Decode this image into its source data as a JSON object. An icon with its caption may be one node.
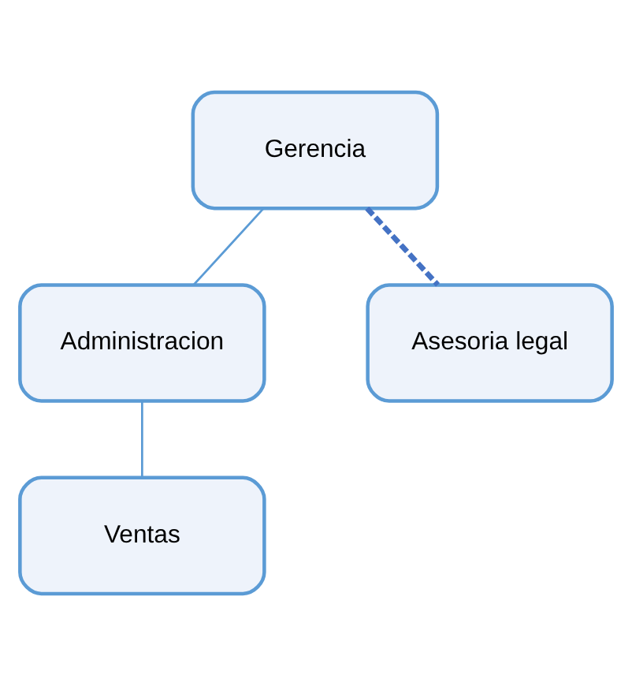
{
  "diagram": {
    "nodes": [
      {
        "text": [
          "Gerencia"
        ]
      },
      {
        "text": [
          "Administracion"
        ]
      },
      {
        "text": [
          "Asesoria legal"
        ]
      },
      {
        "text": [
          "Ventas"
        ]
      }
    ],
    "edges": [
      {
        "from": 0,
        "to": 1,
        "arrow": "none"
      },
      {
        "from": 0,
        "to": 2,
        "arrow": "none",
        "style": "dashed",
        "color": "#4472c4"
      },
      {
        "from": 1,
        "to": 3,
        "arrow": "none"
      }
    ]
  }
}
